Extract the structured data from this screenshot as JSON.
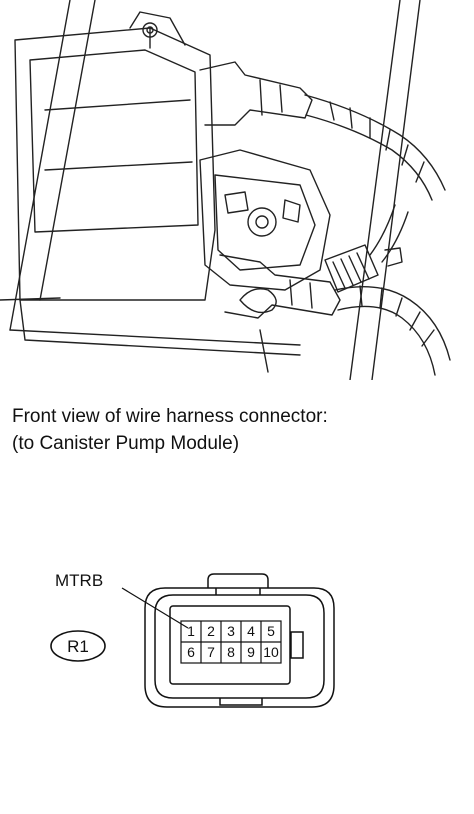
{
  "caption": {
    "line1": "Front view of wire harness connector:",
    "line2": "(to Canister Pump Module)"
  },
  "connector": {
    "code": "R1",
    "terminal_label": "MTRB",
    "pins_top": [
      "1",
      "2",
      "3",
      "4",
      "5"
    ],
    "pins_bottom": [
      "6",
      "7",
      "8",
      "9",
      "10"
    ]
  }
}
